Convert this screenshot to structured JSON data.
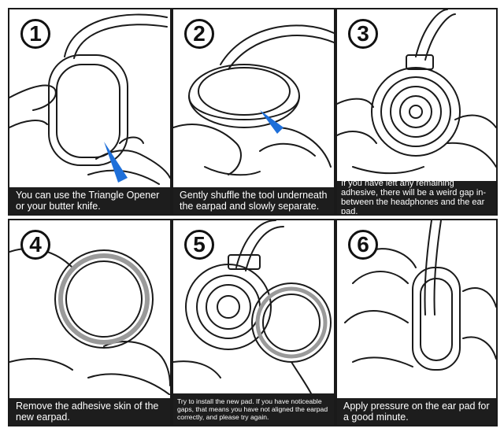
{
  "steps": [
    {
      "number": "1",
      "caption": "You can use the Triangle Opener or your butter knife."
    },
    {
      "number": "2",
      "caption": "Gently shuffle the tool underneath the earpad and slowly separate."
    },
    {
      "number": "3",
      "caption": "If you have left any remaining adhesive, there will be a weird gap in-between the headphones and the ear pad."
    },
    {
      "number": "4",
      "caption": "Remove the adhesive skin of the new earpad."
    },
    {
      "number": "5",
      "caption": "Try to install the new pad. If you have noticeable gaps, that means you have not aligned the earpad correctly, and please try again."
    },
    {
      "number": "6",
      "caption": "Apply pressure on the ear pad for a good minute."
    }
  ],
  "colors": {
    "tool": "#1e6fd9",
    "line": "#1a1a1a",
    "caption_bg": "#1d1d1d",
    "caption_text": "#ffffff",
    "gray_ring": "#9a9a9a"
  }
}
